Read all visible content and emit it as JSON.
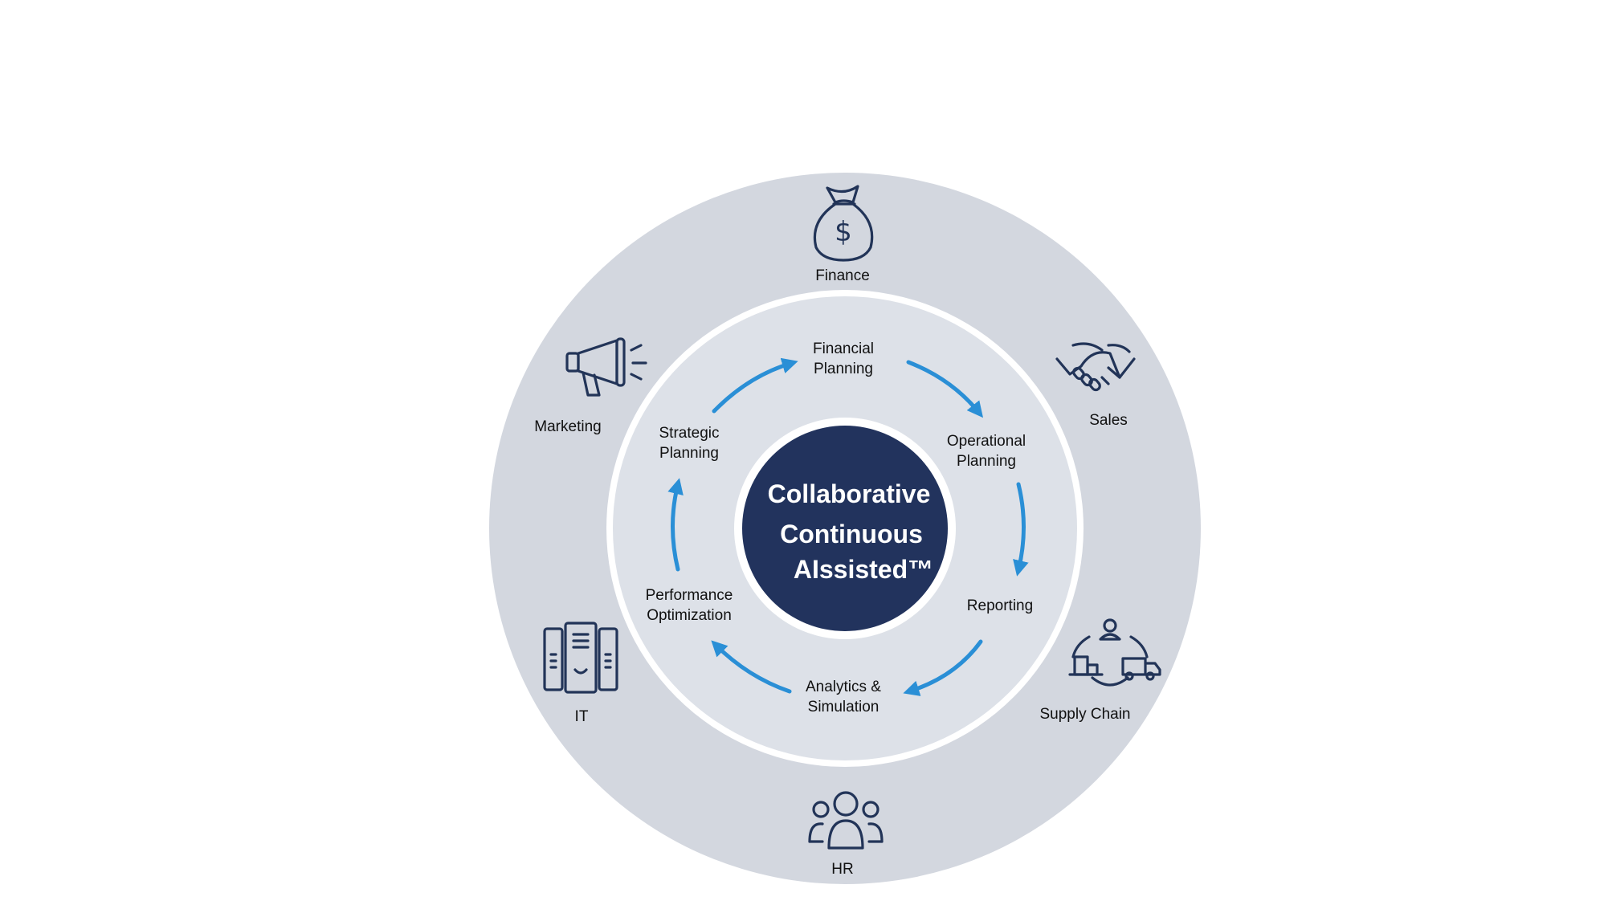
{
  "center": {
    "line1": "Collaborative",
    "line2": "Continuous",
    "line3": "AIssisted™"
  },
  "stages": {
    "financial_planning": {
      "line1": "Financial",
      "line2": "Planning"
    },
    "operational_planning": {
      "line1": "Operational",
      "line2": "Planning"
    },
    "reporting": {
      "line1": "Reporting"
    },
    "analytics_simulation": {
      "line1": "Analytics &",
      "line2": "Simulation"
    },
    "performance_optimization": {
      "line1": "Performance",
      "line2": "Optimization"
    },
    "strategic_planning": {
      "line1": "Strategic",
      "line2": "Planning"
    }
  },
  "departments": {
    "finance": {
      "label": "Finance",
      "icon": "money-bag-icon"
    },
    "sales": {
      "label": "Sales",
      "icon": "handshake-icon"
    },
    "supply_chain": {
      "label": "Supply Chain",
      "icon": "supply-chain-icon"
    },
    "hr": {
      "label": "HR",
      "icon": "people-icon"
    },
    "it": {
      "label": "IT",
      "icon": "server-icon"
    },
    "marketing": {
      "label": "Marketing",
      "icon": "megaphone-icon"
    }
  },
  "colors": {
    "outer_ring": "#d3d7df",
    "inner_ring": "#dde1e8",
    "separator": "#ffffff",
    "center": "#22335d",
    "arrow": "#2a8fd6",
    "icon": "#223458"
  }
}
